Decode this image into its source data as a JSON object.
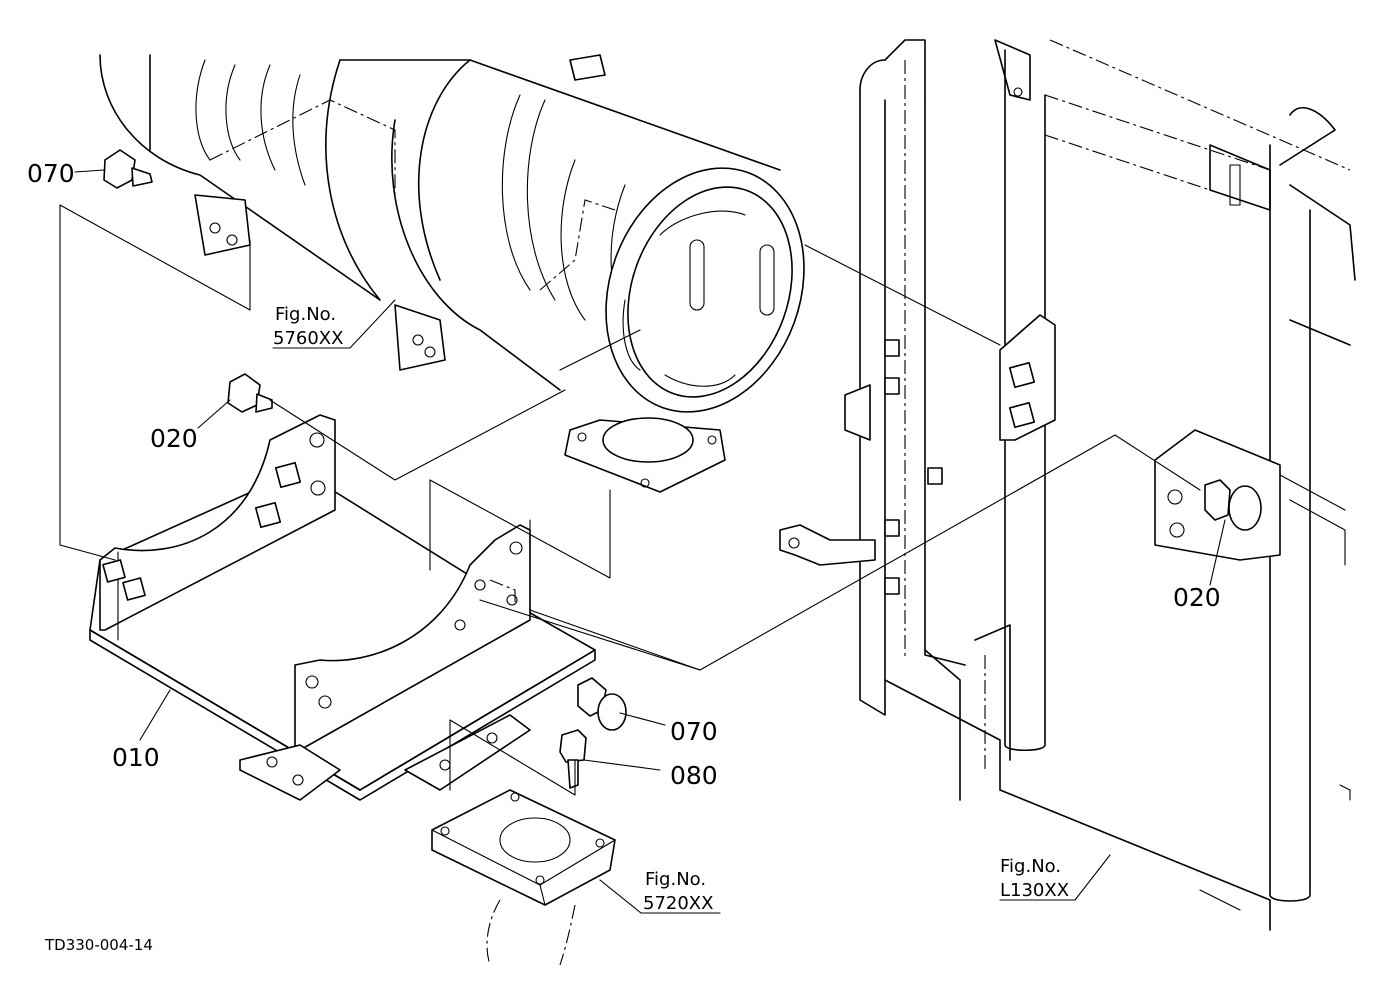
{
  "callouts": {
    "p070_top": "070",
    "p020_left": "020",
    "p010": "010",
    "p070_bottom": "070",
    "p080": "080",
    "p020_right": "020"
  },
  "figrefs": {
    "f5760_prefix": "Fig.No.",
    "f5760_num": "5760XX",
    "f5720_prefix": "Fig.No.",
    "f5720_num": "5720XX",
    "fL130_prefix": "Fig.No.",
    "fL130_num": "L130XX"
  },
  "drawing_code": "TD330-004-14"
}
